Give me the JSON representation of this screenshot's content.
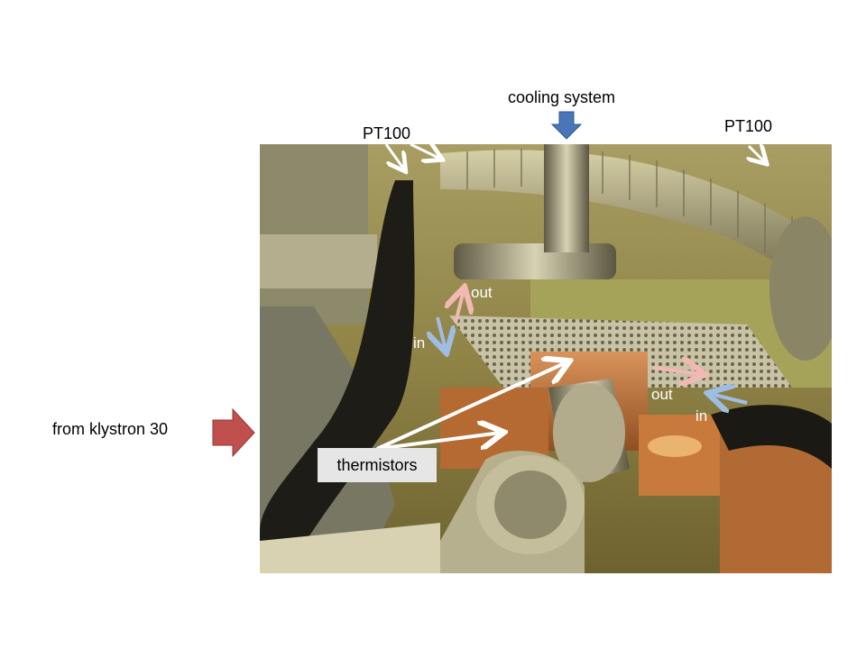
{
  "labels": {
    "cooling_system": "cooling system",
    "pt100_left": "PT100",
    "pt100_right": "PT100",
    "from_klystron": "from klystron 30",
    "out_left": "out",
    "in_left": "in",
    "out_right": "out",
    "in_right": "in",
    "thermistors": "thermistors"
  },
  "colors": {
    "background": "#ffffff",
    "arrow_white": "#ffffff",
    "arrow_pink": "#f2b8b3",
    "arrow_blue": "#9fbde3",
    "arrow_cooling": "#4a76b8",
    "arrow_klystron": "#c0504d"
  }
}
